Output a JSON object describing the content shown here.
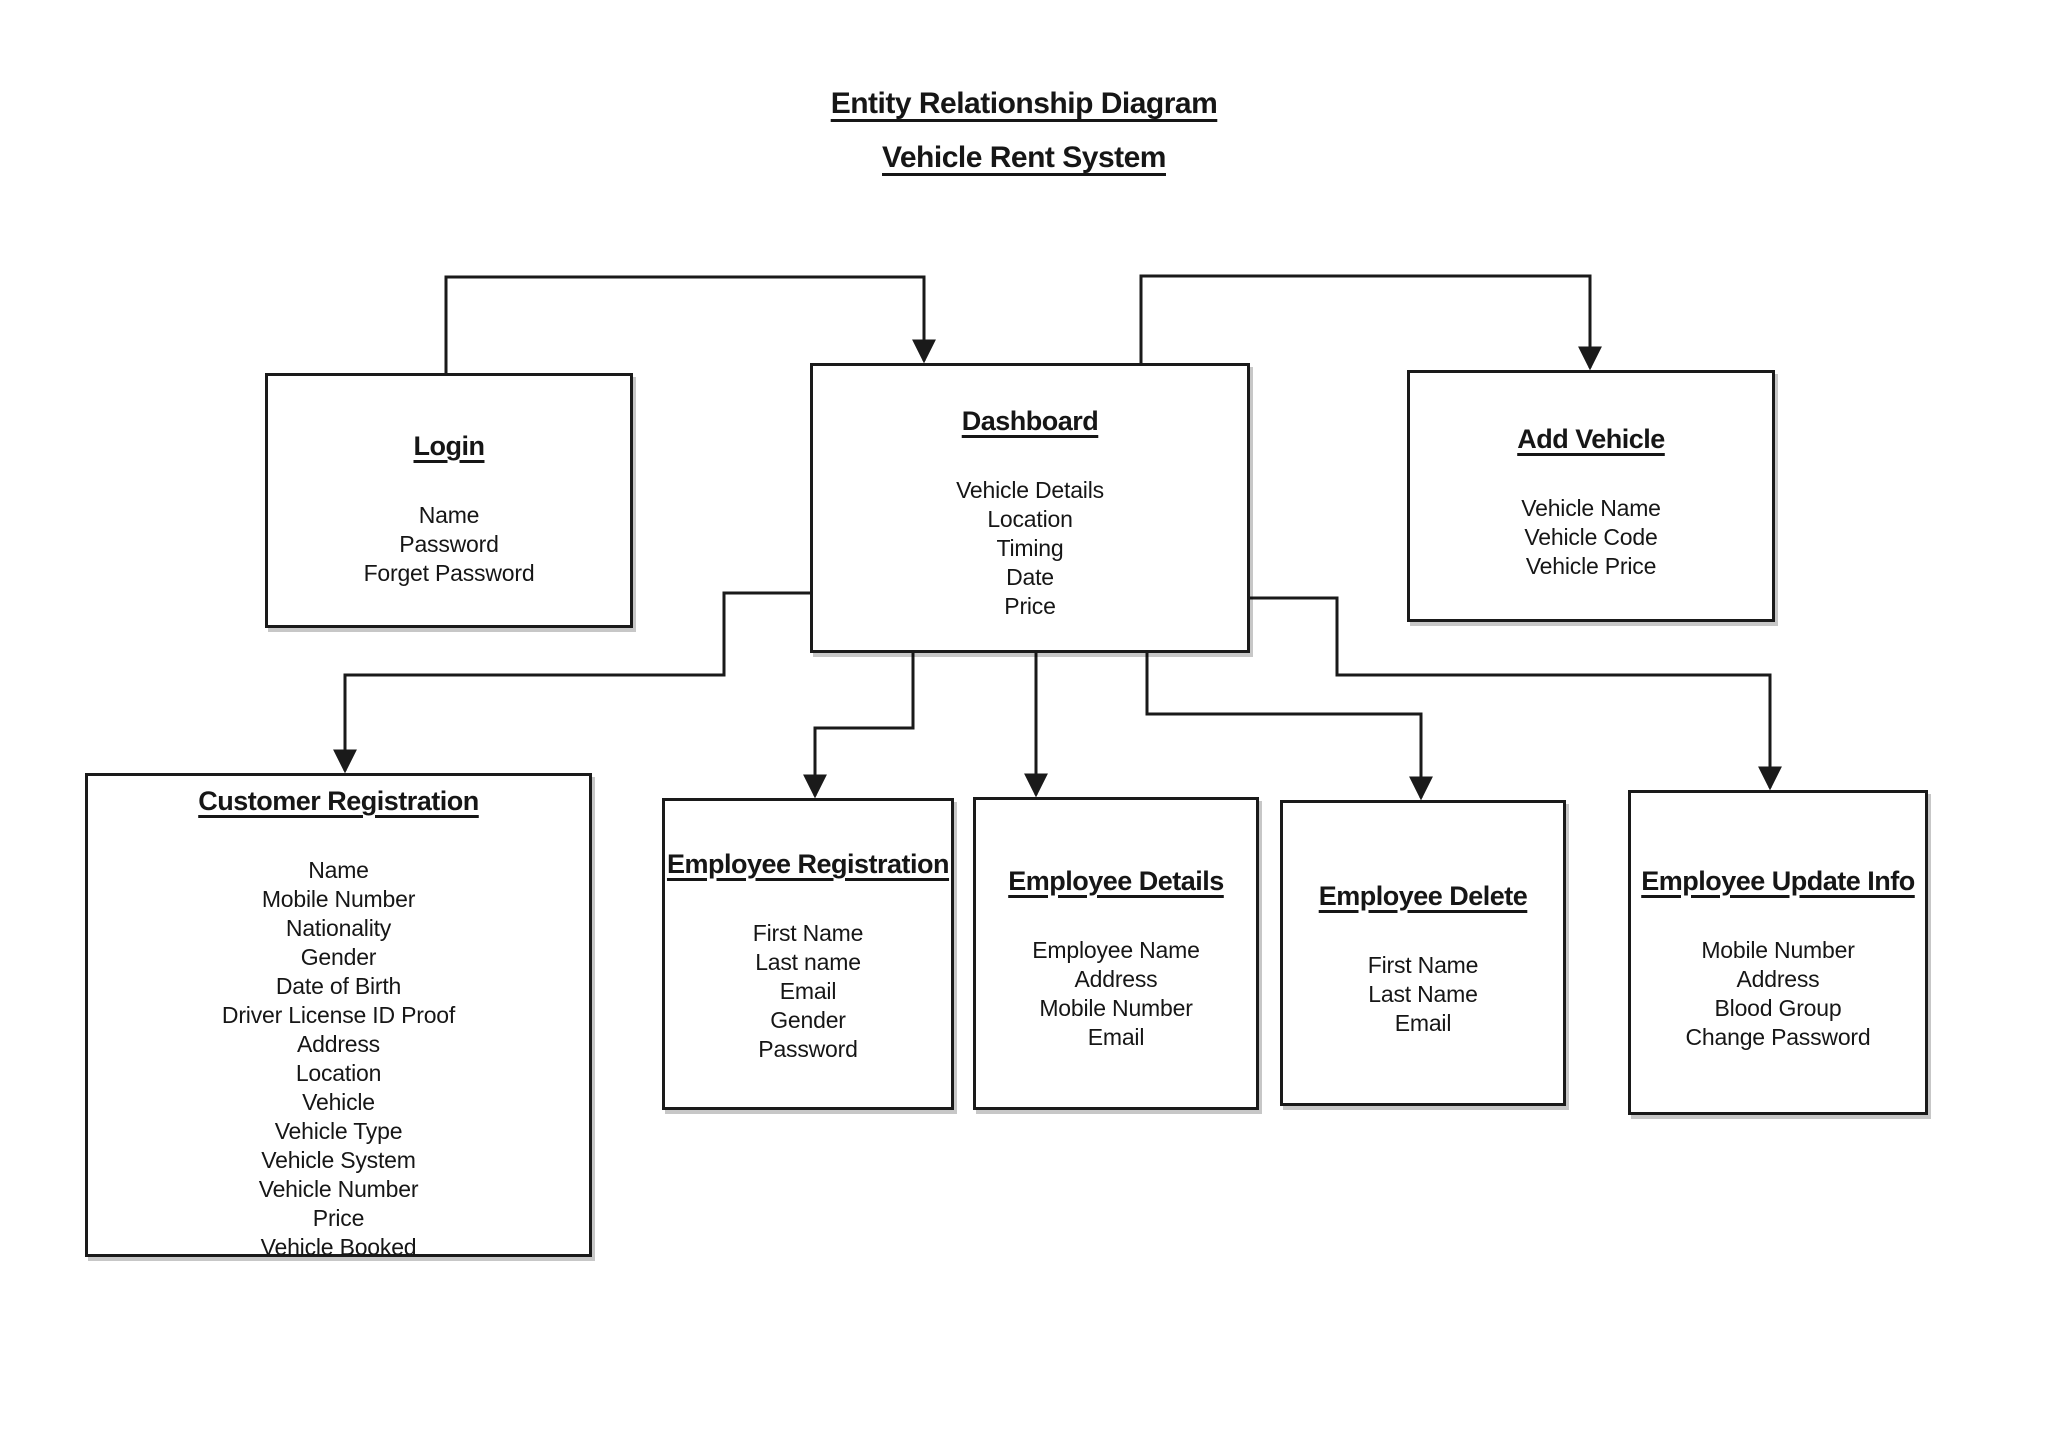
{
  "page": {
    "title_line1": "Entity Relationship Diagram",
    "title_line2": "Vehicle Rent System"
  },
  "colors": {
    "line": "#1a1a1a",
    "text": "#161616",
    "background": "#ffffff"
  },
  "entities": {
    "login": {
      "title": "Login",
      "items": [
        "Name",
        "Password",
        "Forget Password"
      ]
    },
    "dashboard": {
      "title": "Dashboard",
      "items": [
        "Vehicle Details",
        "Location",
        "Timing",
        "Date",
        "Price"
      ]
    },
    "add_vehicle": {
      "title": "Add Vehicle",
      "items": [
        "Vehicle Name",
        "Vehicle Code",
        "Vehicle Price"
      ]
    },
    "customer_registration": {
      "title": "Customer Registration",
      "items": [
        "Name",
        "Mobile Number",
        "Nationality",
        "Gender",
        "Date of Birth",
        "Driver License ID Proof",
        "Address",
        "Location",
        "Vehicle",
        "Vehicle Type",
        "Vehicle System",
        "Vehicle Number",
        "Price",
        "Vehicle Booked"
      ]
    },
    "employee_registration": {
      "title": "Employee Registration",
      "items": [
        "First Name",
        "Last name",
        "Email",
        "Gender",
        "Password"
      ]
    },
    "employee_details": {
      "title": "Employee Details",
      "items": [
        "Employee Name",
        "Address",
        "Mobile Number",
        "Email"
      ]
    },
    "employee_delete": {
      "title": "Employee Delete",
      "items": [
        "First Name",
        "Last Name",
        "Email"
      ]
    },
    "employee_update_info": {
      "title": "Employee Update Info",
      "items": [
        "Mobile Number",
        "Address",
        "Blood Group",
        "Change Password"
      ]
    }
  },
  "connections": [
    {
      "from": "Login",
      "to": "Dashboard"
    },
    {
      "from": "Dashboard",
      "to": "Add Vehicle"
    },
    {
      "from": "Dashboard",
      "to": "Customer Registration"
    },
    {
      "from": "Dashboard",
      "to": "Employee Registration"
    },
    {
      "from": "Dashboard",
      "to": "Employee Details"
    },
    {
      "from": "Dashboard",
      "to": "Employee Delete"
    },
    {
      "from": "Dashboard",
      "to": "Employee Update Info"
    }
  ]
}
